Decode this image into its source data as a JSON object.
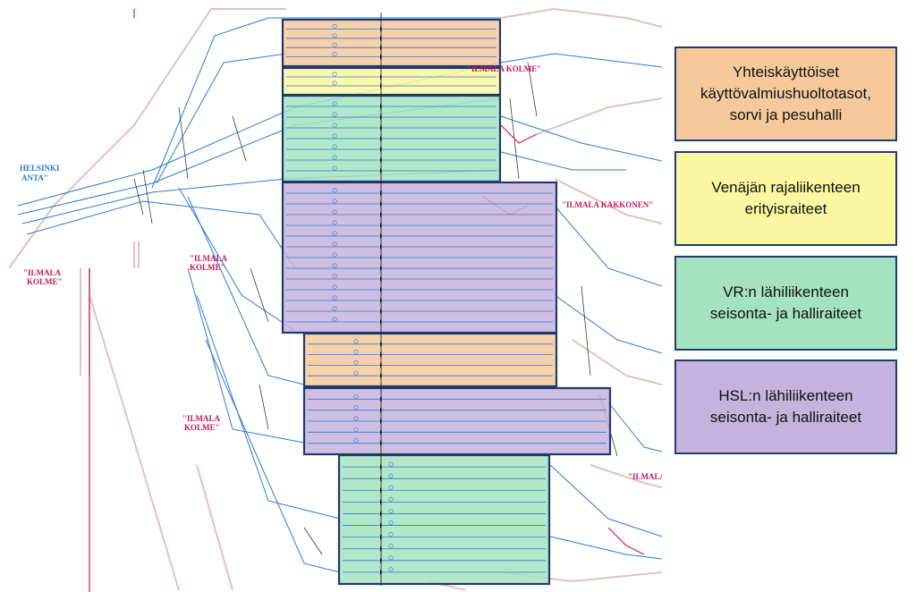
{
  "colors": {
    "maintenance": "#f5c99b",
    "russia": "#fbf7a0",
    "vr": "#a5e3c0",
    "hsl": "#c6b3dd",
    "frame": "#1f3b70",
    "track": "#2b7bd6",
    "road": "#e0b9b9",
    "label": "#c2185b"
  },
  "legend": [
    {
      "key": "maintenance",
      "lines": [
        "Yhteiskäyttöiset",
        "käyttövalmiushuoltotasot,",
        "sorvi ja pesuhalli"
      ]
    },
    {
      "key": "russia",
      "lines": [
        "Venäjän rajaliikenteen",
        "erityisraiteet"
      ]
    },
    {
      "key": "vr",
      "lines": [
        "VR:n lähiliikenteen",
        "seisonta- ja halliraiteet"
      ]
    },
    {
      "key": "hsl",
      "lines": [
        "HSL:n lähiliikenteen",
        "seisonta- ja halliraiteet"
      ]
    }
  ],
  "map": {
    "labels": [
      {
        "id": "ilmala-kolme-top",
        "text": "\"ILMALA KOLME\"",
        "color": "pink"
      },
      {
        "id": "ilmala-kakkonen",
        "text": "\"ILMALA KAKKONEN\"",
        "color": "pink"
      },
      {
        "id": "ilmala-kolme-left-1",
        "text": "\"ILMALA",
        "color": "pink"
      },
      {
        "id": "ilmala-kolme-left-2",
        "text": "KOLME\"",
        "color": "pink"
      },
      {
        "id": "ilmala-kolme-mid-1",
        "text": "\"ILMALA",
        "color": "pink"
      },
      {
        "id": "ilmala-kolme-mid-2",
        "text": "KOLME\"",
        "color": "pink"
      },
      {
        "id": "ilmala-kolme-low-1",
        "text": "\"ILMALA",
        "color": "pink"
      },
      {
        "id": "ilmala-kolme-low-2",
        "text": "KOLME\"",
        "color": "pink"
      },
      {
        "id": "ilmala-right",
        "text": "\"ILMALA",
        "color": "pink"
      },
      {
        "id": "helsinki-1",
        "text": "HELSINKI",
        "color": "blue"
      },
      {
        "id": "helsinki-2",
        "text": "ANTA\"",
        "color": "blue"
      }
    ]
  }
}
